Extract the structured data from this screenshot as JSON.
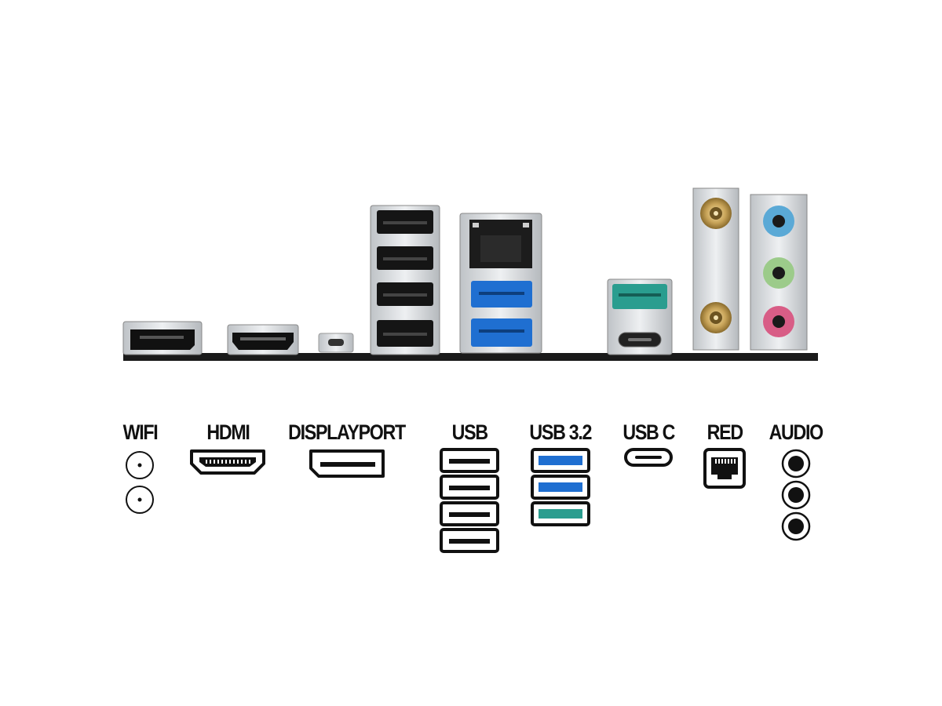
{
  "legend": [
    {
      "key": "wifi",
      "label": "WIFI",
      "icon": "wifi-antenna-icon",
      "count": 2
    },
    {
      "key": "hdmi",
      "label": "HDMI",
      "icon": "hdmi-port-icon",
      "count": 1
    },
    {
      "key": "displayport",
      "label": "DISPLAYPORT",
      "icon": "displayport-icon",
      "count": 1
    },
    {
      "key": "usb",
      "label": "USB",
      "icon": "usb-a-port-icon",
      "count": 4
    },
    {
      "key": "usb32",
      "label": "USB 3.2",
      "icon": "usb32-port-icon",
      "count": 3
    },
    {
      "key": "usbc",
      "label": "USB C",
      "icon": "usb-c-port-icon",
      "count": 1
    },
    {
      "key": "red",
      "label": "RED",
      "icon": "ethernet-port-icon",
      "count": 1
    },
    {
      "key": "audio",
      "label": "AUDIO",
      "icon": "audio-jack-icon",
      "count": 3
    }
  ],
  "colors": {
    "usb32_blue": "#1f6fd1",
    "usb32_teal": "#2a9d8f",
    "audio_blue": "#5aa9d6",
    "audio_green": "#9ccb8a",
    "audio_pink": "#d85d86",
    "antenna_gold": "#c9a55a"
  }
}
